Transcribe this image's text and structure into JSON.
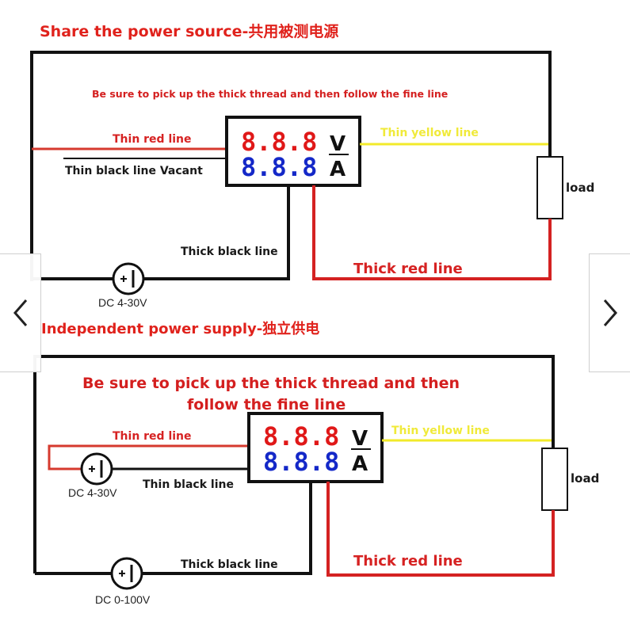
{
  "diagram1": {
    "title": "Share the power source-共用被测电源",
    "note": "Be sure to pick up the thick thread and then follow the fine line",
    "meter": {
      "voltage_reading": "8.8.8",
      "current_reading": "8.8.8",
      "voltage_unit": "V",
      "current_unit": "A"
    },
    "labels": {
      "thin_red": "Thin red line",
      "thin_black": "Thin black line Vacant",
      "thin_yellow": "Thin yellow line",
      "thick_black": "Thick black line",
      "thick_red": "Thick red line",
      "load": "load",
      "dc_source": "DC 4-30V"
    }
  },
  "diagram2": {
    "title": "Independent power supply-独立供电",
    "note_line1": "Be sure to pick up the thick thread and then",
    "note_line2": "follow the fine line",
    "meter": {
      "voltage_reading": "8.8.8",
      "current_reading": "8.8.8",
      "voltage_unit": "V",
      "current_unit": "A"
    },
    "labels": {
      "thin_red": "Thin red line",
      "thin_black": "Thin black line",
      "thin_yellow": "Thin yellow line",
      "thick_black": "Thick black line",
      "thick_red": "Thick red line",
      "load": "load",
      "dc_meter_source": "DC 4-30V",
      "dc_main_source": "DC 0-100V"
    }
  },
  "colors": {
    "thin_red": "#d63a2e",
    "thick_red": "#d42222",
    "thin_yellow": "#f2ea2a",
    "black": "#111111"
  },
  "navigation": {
    "prev_icon": "chevron-left-icon",
    "next_icon": "chevron-right-icon"
  }
}
